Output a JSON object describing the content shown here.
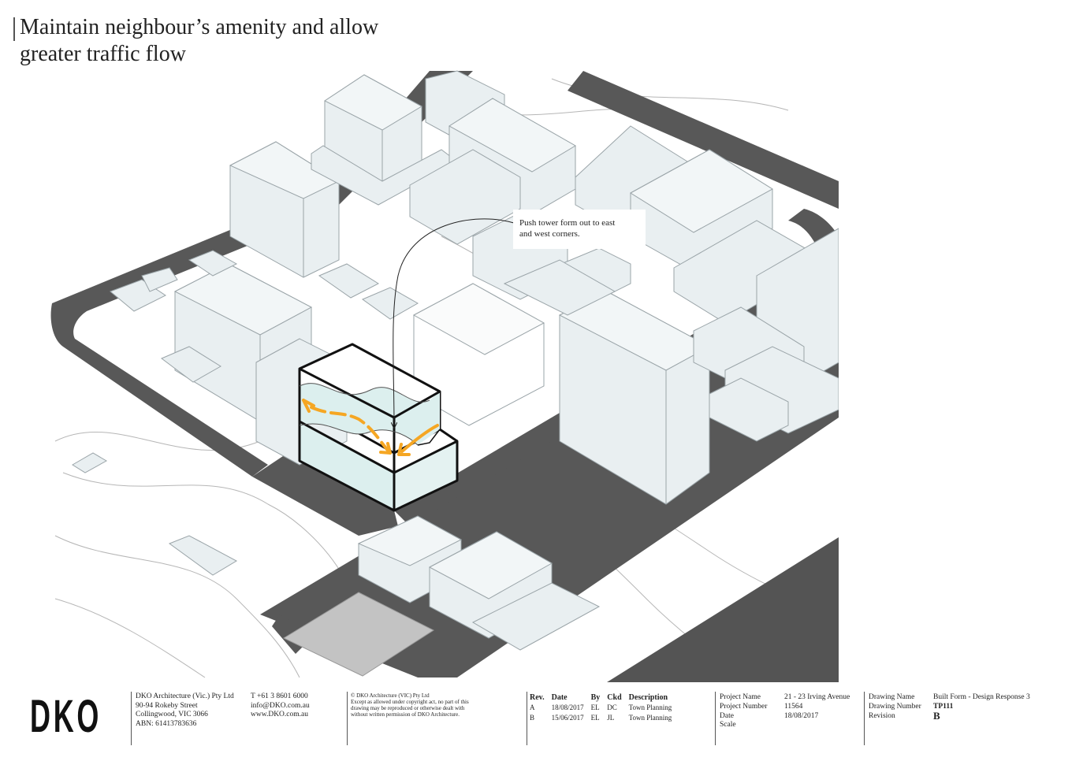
{
  "title": "Maintain neighbour’s amenity and allow\ngreater traffic flow",
  "callout": "Push tower form out to east\nand west corners.",
  "colors": {
    "road": "#585858",
    "building_fill": "#e9eff1",
    "building_stroke": "#9aa4a8",
    "highlight_fill": "#dcefee",
    "arrow": "#f5a623",
    "carpark": "#c3c3c3",
    "dark_block": "#545454"
  },
  "footer": {
    "logo": "DKO",
    "company": "DKO Architecture (Vic.) Pty Ltd\n90-94 Rokeby Street\nCollingwood, VIC 3066\nABN: 61413783636",
    "contact": "T +61 3 8601 6000\ninfo@DKO.com.au\nwww.DKO.com.au",
    "copyright": "© DKO Architecture (VIC) Pty Ltd\nExcept as allowed under copyright act, no part of this\ndrawing may be reproduced or otherwise dealt with\nwithout written permission of DKO Architecture.",
    "revisions": {
      "headers": [
        "Rev.",
        "Date",
        "By",
        "Ckd",
        "Description"
      ],
      "rows": [
        [
          "A",
          "18/08/2017",
          "EL",
          "DC",
          "Town Planning"
        ],
        [
          "B",
          "15/06/2017",
          "EL",
          "JL",
          "Town Planning"
        ]
      ]
    },
    "project": {
      "name_label": "Project Name",
      "name": "21 - 23 Irving Avenue",
      "number_label": "Project Number",
      "number": "11564",
      "date_label": "Date",
      "date": "18/08/2017",
      "scale_label": "Scale",
      "scale": ""
    },
    "drawing": {
      "name_label": "Drawing Name",
      "name": "Built Form - Design Response 3",
      "number_label": "Drawing Number",
      "number": "TP111",
      "revision_label": "Revision",
      "revision": "B"
    }
  }
}
